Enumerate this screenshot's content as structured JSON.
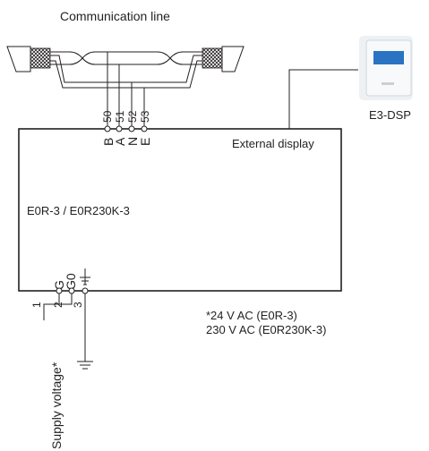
{
  "communication_line_label": "Communication line",
  "controller_label": "E0R-3 / E0R230K-3",
  "external_display_label": "External display",
  "display_device_label": "E3-DSP",
  "comm_terminals": [
    {
      "number": "50",
      "letter": "B"
    },
    {
      "number": "51",
      "letter": "A"
    },
    {
      "number": "52",
      "letter": "N"
    },
    {
      "number": "53",
      "letter": "E"
    }
  ],
  "power_terminals": [
    {
      "number": "1",
      "letter": "G"
    },
    {
      "number": "2",
      "letter": "G0"
    },
    {
      "number": "3",
      "letter": "⏚"
    }
  ],
  "supply_voltage_label": "Supply voltage*",
  "note_line_1": "*24 V AC (E0R-3)",
  "note_line_2": "230 V AC (E0R230K-3)"
}
